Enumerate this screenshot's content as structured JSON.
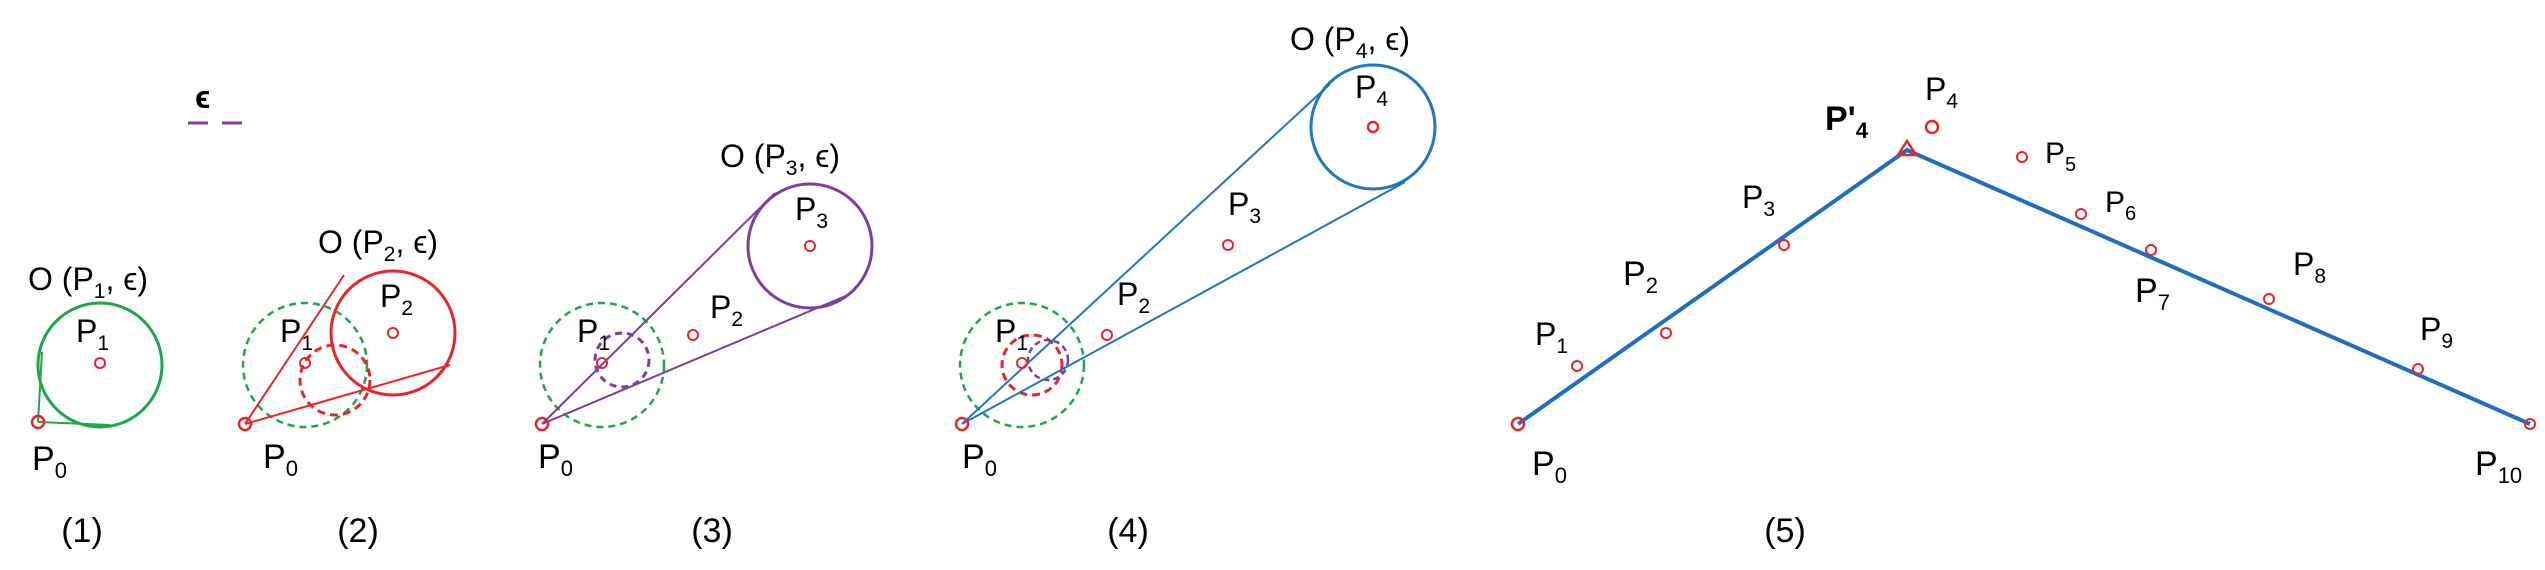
{
  "colors": {
    "panel1": "#1ea84a",
    "panel2": "#e8262a",
    "panel3": "#7b3fa0",
    "panel4": "#1f78c1",
    "panel5": "#1f6fc1",
    "point": "#e8262a",
    "dashed_green": "#1ea84a",
    "dashed_red": "#e8262a",
    "dashed_purple": "#7b3fa0",
    "dashed_blue": "#1f78c1"
  },
  "legend": {
    "symbol": "ϵ"
  },
  "panels": [
    {
      "caption": "(1)",
      "circle_label": {
        "pre": "O (P",
        "sub": "1",
        "post": ", ϵ)"
      },
      "points": [
        {
          "base": "P",
          "sub": "0"
        },
        {
          "base": "P",
          "sub": "1"
        }
      ]
    },
    {
      "caption": "(2)",
      "circle_label": {
        "pre": "O (P",
        "sub": "2",
        "post": ", ϵ)"
      },
      "points": [
        {
          "base": "P",
          "sub": "0"
        },
        {
          "base": "P",
          "sub": "1"
        },
        {
          "base": "P",
          "sub": "2"
        }
      ]
    },
    {
      "caption": "(3)",
      "circle_label": {
        "pre": "O (P",
        "sub": "3",
        "post": ", ϵ)"
      },
      "points": [
        {
          "base": "P",
          "sub": "0"
        },
        {
          "base": "P",
          "sub": "1"
        },
        {
          "base": "P",
          "sub": "2"
        },
        {
          "base": "P",
          "sub": "3"
        }
      ]
    },
    {
      "caption": "(4)",
      "circle_label": {
        "pre": "O (P",
        "sub": "4",
        "post": ", ϵ)"
      },
      "points": [
        {
          "base": "P",
          "sub": "0"
        },
        {
          "base": "P",
          "sub": "1"
        },
        {
          "base": "P",
          "sub": "2"
        },
        {
          "base": "P",
          "sub": "3"
        },
        {
          "base": "P",
          "sub": "4"
        }
      ]
    },
    {
      "caption": "(5)",
      "points": [
        {
          "base": "P",
          "sub": "0"
        },
        {
          "base": "P",
          "sub": "1"
        },
        {
          "base": "P",
          "sub": "2"
        },
        {
          "base": "P",
          "sub": "3"
        },
        {
          "base": "P'",
          "sub": "4"
        },
        {
          "base": "P",
          "sub": "4"
        },
        {
          "base": "P",
          "sub": "5"
        },
        {
          "base": "P",
          "sub": "6"
        },
        {
          "base": "P",
          "sub": "7"
        },
        {
          "base": "P",
          "sub": "8"
        },
        {
          "base": "P",
          "sub": "9"
        },
        {
          "base": "P",
          "sub": "10"
        }
      ]
    }
  ]
}
